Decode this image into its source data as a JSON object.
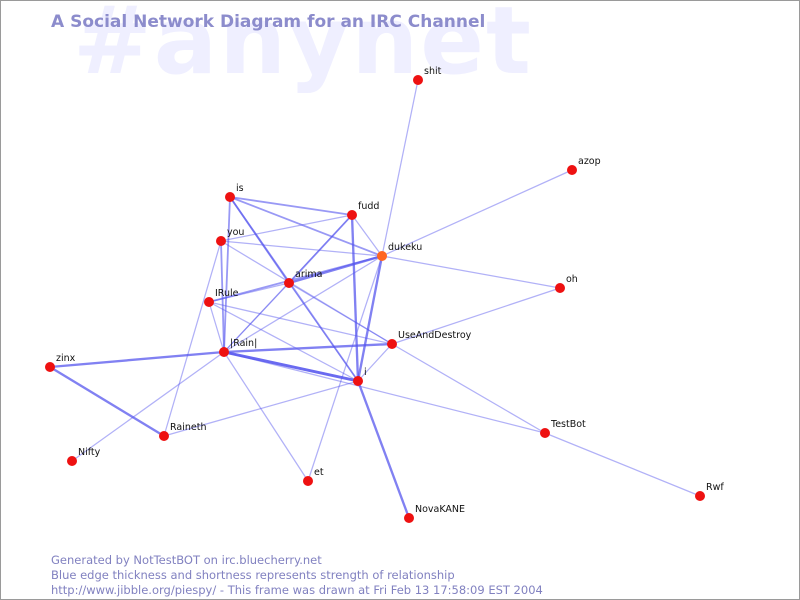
{
  "header": {
    "watermark": "#anynet",
    "title": "A Social Network Diagram for an IRC Channel"
  },
  "footer": {
    "line1": "Generated by NotTestBOT on irc.bluecherry.net",
    "line2": "Blue edge thickness and shortness represents strength of relationship",
    "line3": "http://www.jibble.org/piespy/ - This frame was drawn at Fri Feb 13 17:58:09 EST 2004"
  },
  "colors": {
    "node": "#ee1111",
    "node_highlight": "#ff6622",
    "edge": "#5555ee",
    "title": "#8c8ccc",
    "watermark": "#efefff"
  },
  "graph": {
    "nodes": [
      {
        "id": "shit",
        "label": "shit"
      },
      {
        "id": "azop",
        "label": "azop"
      },
      {
        "id": "is",
        "label": "is"
      },
      {
        "id": "fudd",
        "label": "fudd"
      },
      {
        "id": "you",
        "label": "you"
      },
      {
        "id": "dukeku",
        "label": "dukeku",
        "highlight": true
      },
      {
        "id": "arima",
        "label": "arima"
      },
      {
        "id": "oh",
        "label": "oh"
      },
      {
        "id": "IRule",
        "label": "IRule"
      },
      {
        "id": "UseAndDestroy",
        "label": "UseAndDestroy"
      },
      {
        "id": "Rain",
        "label": "|Rain|"
      },
      {
        "id": "zinx",
        "label": "zinx"
      },
      {
        "id": "i",
        "label": "i"
      },
      {
        "id": "Raineth",
        "label": "Raineth"
      },
      {
        "id": "TestBot",
        "label": "TestBot"
      },
      {
        "id": "Nifty",
        "label": "Nifty"
      },
      {
        "id": "et",
        "label": "et"
      },
      {
        "id": "Rwf",
        "label": "Rwf"
      },
      {
        "id": "NovaKANE",
        "label": "NovaKANE"
      }
    ],
    "edges": [
      {
        "source": "shit",
        "target": "dukeku",
        "weight": 1
      },
      {
        "source": "azop",
        "target": "dukeku",
        "weight": 1
      },
      {
        "source": "oh",
        "target": "dukeku",
        "weight": 1
      },
      {
        "source": "oh",
        "target": "UseAndDestroy",
        "weight": 1
      },
      {
        "source": "is",
        "target": "fudd",
        "weight": 2
      },
      {
        "source": "is",
        "target": "dukeku",
        "weight": 2
      },
      {
        "source": "is",
        "target": "arima",
        "weight": 2
      },
      {
        "source": "is",
        "target": "Rain",
        "weight": 2
      },
      {
        "source": "is",
        "target": "i",
        "weight": 2
      },
      {
        "source": "you",
        "target": "fudd",
        "weight": 1
      },
      {
        "source": "you",
        "target": "dukeku",
        "weight": 1
      },
      {
        "source": "you",
        "target": "Rain",
        "weight": 2
      },
      {
        "source": "you",
        "target": "UseAndDestroy",
        "weight": 1
      },
      {
        "source": "you",
        "target": "Raineth",
        "weight": 1
      },
      {
        "source": "fudd",
        "target": "dukeku",
        "weight": 1
      },
      {
        "source": "fudd",
        "target": "arima",
        "weight": 2
      },
      {
        "source": "fudd",
        "target": "Rain",
        "weight": 1
      },
      {
        "source": "fudd",
        "target": "i",
        "weight": 3
      },
      {
        "source": "dukeku",
        "target": "arima",
        "weight": 3
      },
      {
        "source": "dukeku",
        "target": "IRule",
        "weight": 2
      },
      {
        "source": "dukeku",
        "target": "i",
        "weight": 3
      },
      {
        "source": "dukeku",
        "target": "et",
        "weight": 1
      },
      {
        "source": "dukeku",
        "target": "Rain",
        "weight": 1
      },
      {
        "source": "arima",
        "target": "IRule",
        "weight": 1
      },
      {
        "source": "arima",
        "target": "Rain",
        "weight": 1
      },
      {
        "source": "arima",
        "target": "UseAndDestroy",
        "weight": 1
      },
      {
        "source": "arima",
        "target": "i",
        "weight": 1
      },
      {
        "source": "IRule",
        "target": "UseAndDestroy",
        "weight": 1
      },
      {
        "source": "IRule",
        "target": "i",
        "weight": 1
      },
      {
        "source": "IRule",
        "target": "Rain",
        "weight": 1
      },
      {
        "source": "UseAndDestroy",
        "target": "Rain",
        "weight": 3
      },
      {
        "source": "UseAndDestroy",
        "target": "i",
        "weight": 1
      },
      {
        "source": "UseAndDestroy",
        "target": "TestBot",
        "weight": 1
      },
      {
        "source": "Rain",
        "target": "i",
        "weight": 4
      },
      {
        "source": "Rain",
        "target": "zinx",
        "weight": 3
      },
      {
        "source": "Rain",
        "target": "Nifty",
        "weight": 1
      },
      {
        "source": "Rain",
        "target": "et",
        "weight": 1
      },
      {
        "source": "zinx",
        "target": "Raineth",
        "weight": 3
      },
      {
        "source": "i",
        "target": "Raineth",
        "weight": 1
      },
      {
        "source": "i",
        "target": "NovaKANE",
        "weight": 3
      },
      {
        "source": "TestBot",
        "target": "Rwf",
        "weight": 1
      },
      {
        "source": "TestBot",
        "target": "Rain",
        "weight": 1
      }
    ]
  }
}
